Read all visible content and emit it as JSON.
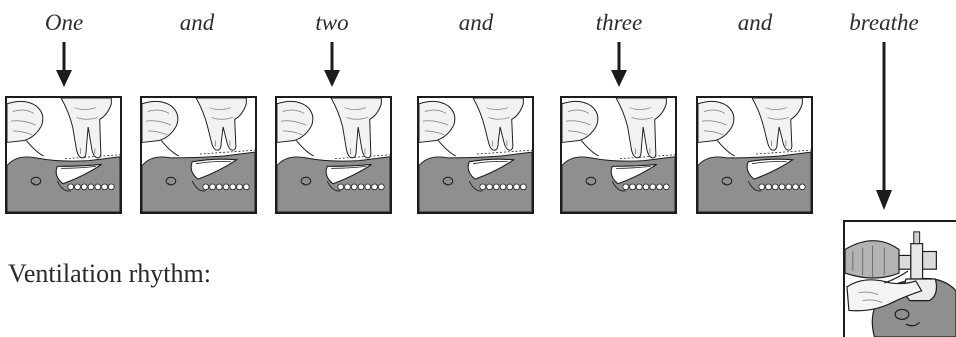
{
  "counts": [
    "One",
    "and",
    "two",
    "and",
    "three",
    "and",
    "breathe"
  ],
  "caption": "Ventilation rhythm:",
  "panels": [
    {
      "fingers": "down",
      "icon": "infant-chest-compression-icon"
    },
    {
      "fingers": "up",
      "icon": "infant-chest-release-icon"
    },
    {
      "fingers": "down",
      "icon": "infant-chest-compression-icon"
    },
    {
      "fingers": "up",
      "icon": "infant-chest-release-icon"
    },
    {
      "fingers": "down",
      "icon": "infant-chest-compression-icon"
    },
    {
      "fingers": "up",
      "icon": "infant-chest-release-icon"
    }
  ],
  "breathe_panel": {
    "icon": "bag-mask-ventilation-icon"
  },
  "colors": {
    "skin": "#8f8f8f",
    "line": "#1c1c1c",
    "hand": "#f2f2f2",
    "arrow": "#1c1c1c"
  }
}
